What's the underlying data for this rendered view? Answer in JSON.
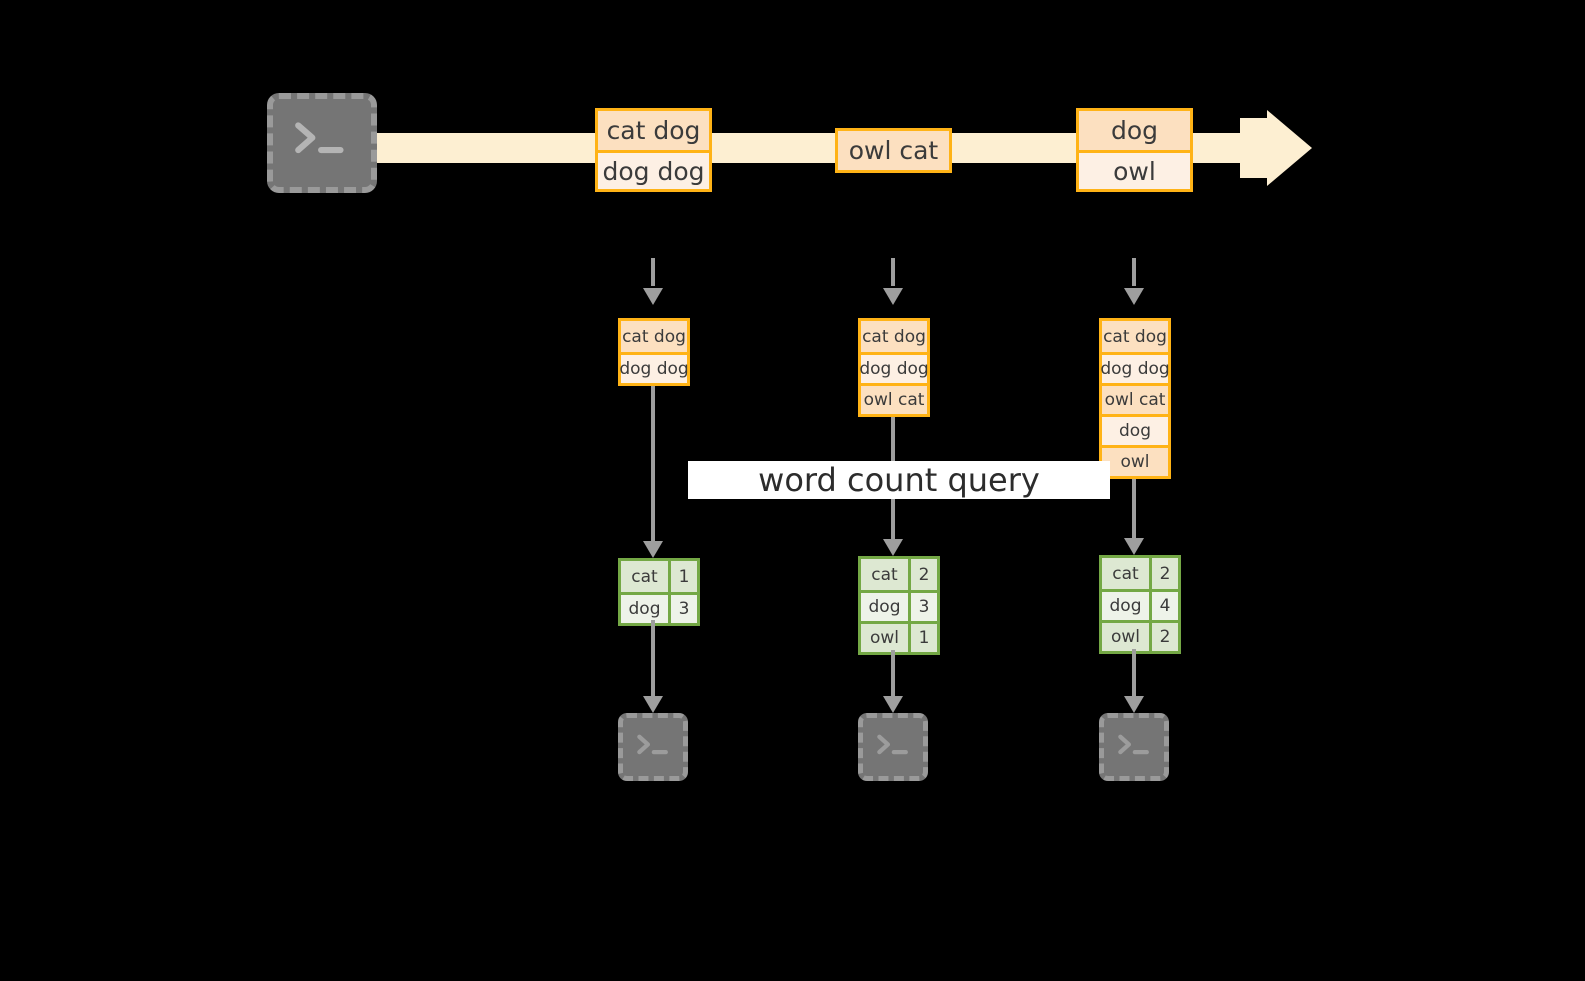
{
  "diagram": {
    "title_label": "word count query",
    "colors": {
      "background": "#000000",
      "stream_fill": "#FDEFD2",
      "record_border": "#FFB316",
      "record_fill_dark": "#FCE0C0",
      "record_fill_light": "#FDF0E4",
      "table_border": "#74A845",
      "table_fill_dark": "#DDE8D2",
      "table_fill_light": "#EEF3E9",
      "arrow_gray": "#9E9E9E",
      "terminal_fill": "#757575",
      "label_fill": "#FFFFFF"
    },
    "source": {
      "icon": "terminal-prompt-icon",
      "prompt": ">_"
    },
    "stream_records": [
      {
        "name": "record-group-1",
        "rows": [
          {
            "text": "cat dog",
            "shade": "d"
          },
          {
            "text": "dog dog",
            "shade": "l"
          }
        ]
      },
      {
        "name": "record-group-2",
        "rows": [
          {
            "text": "owl cat",
            "shade": "d"
          }
        ]
      },
      {
        "name": "record-group-3",
        "rows": [
          {
            "text": "dog",
            "shade": "d"
          },
          {
            "text": "owl",
            "shade": "l"
          }
        ]
      }
    ],
    "snapshots": [
      {
        "name": "snapshot-1",
        "input_rows": [
          {
            "text": "cat dog",
            "shade": "d"
          },
          {
            "text": "dog dog",
            "shade": "l"
          }
        ],
        "result_rows": [
          {
            "word": "cat",
            "count": "1",
            "shade": "d"
          },
          {
            "word": "dog",
            "count": "3",
            "shade": "l"
          }
        ],
        "sink": {
          "icon": "terminal-prompt-icon",
          "prompt": ">_"
        }
      },
      {
        "name": "snapshot-2",
        "input_rows": [
          {
            "text": "cat dog",
            "shade": "d"
          },
          {
            "text": "dog dog",
            "shade": "l"
          },
          {
            "text": "owl cat",
            "shade": "d"
          }
        ],
        "result_rows": [
          {
            "word": "cat",
            "count": "2",
            "shade": "d"
          },
          {
            "word": "dog",
            "count": "3",
            "shade": "l"
          },
          {
            "word": "owl",
            "count": "1",
            "shade": "d"
          }
        ],
        "sink": {
          "icon": "terminal-prompt-icon",
          "prompt": ">_"
        }
      },
      {
        "name": "snapshot-3",
        "input_rows": [
          {
            "text": "cat dog",
            "shade": "d"
          },
          {
            "text": "dog dog",
            "shade": "l"
          },
          {
            "text": "owl cat",
            "shade": "d"
          },
          {
            "text": "dog",
            "shade": "l"
          },
          {
            "text": "owl",
            "shade": "d"
          }
        ],
        "result_rows": [
          {
            "word": "cat",
            "count": "2",
            "shade": "d"
          },
          {
            "word": "dog",
            "count": "4",
            "shade": "l"
          },
          {
            "word": "owl",
            "count": "2",
            "shade": "d"
          }
        ],
        "sink": {
          "icon": "terminal-prompt-icon",
          "prompt": ">_"
        }
      }
    ]
  }
}
